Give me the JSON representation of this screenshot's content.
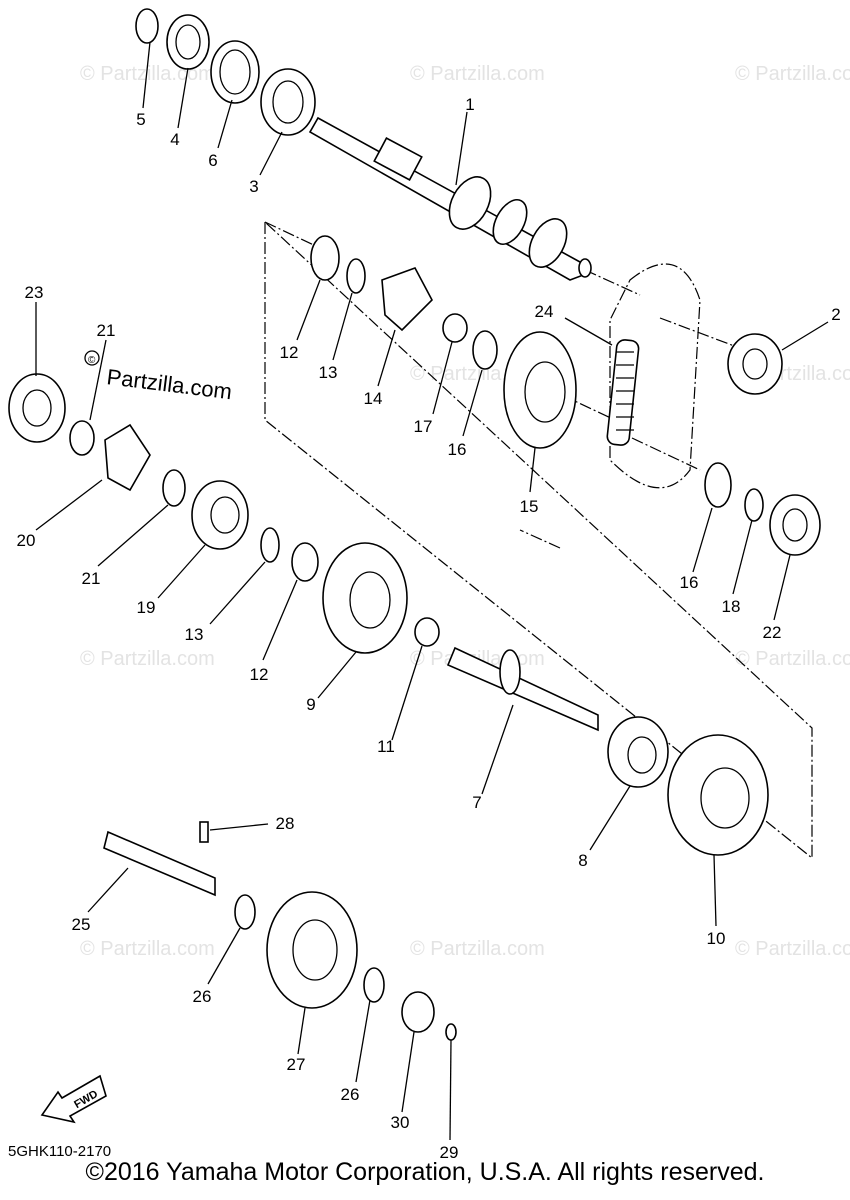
{
  "watermarks": {
    "main": "Partzilla.com",
    "faint": "© Partzilla.com"
  },
  "callouts": [
    "1",
    "2",
    "3",
    "4",
    "5",
    "6",
    "7",
    "8",
    "9",
    "10",
    "11",
    "12",
    "12",
    "13",
    "13",
    "14",
    "15",
    "16",
    "16",
    "17",
    "18",
    "19",
    "20",
    "21",
    "21",
    "22",
    "23",
    "24",
    "25",
    "26",
    "26",
    "27",
    "28",
    "29",
    "30"
  ],
  "fwd_label": "FWD",
  "diagram_code": "5GHK110-2170",
  "copyright": "©2016  Yamaha Motor Corporation, U.S.A. All rights reserved."
}
